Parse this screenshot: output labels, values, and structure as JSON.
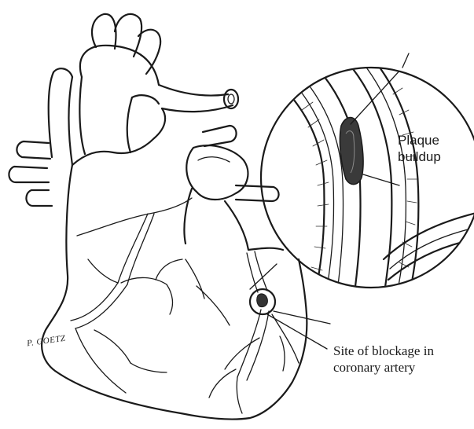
{
  "labels": {
    "plaque": [
      "Plaque",
      "buildup"
    ],
    "blockage": [
      "Site of blockage in",
      "coronary artery"
    ]
  },
  "signature": "P. GOETZ",
  "colors": {
    "ink": "#1a1a1a",
    "paper": "#ffffff",
    "plaque": "#333333"
  }
}
